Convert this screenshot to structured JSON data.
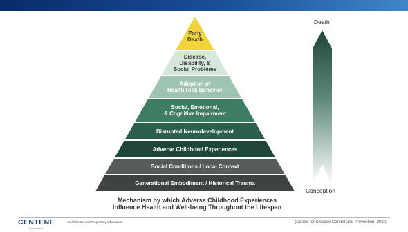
{
  "pyramid": {
    "tiers": [
      {
        "label": "Early\nDeath",
        "fill": "#f5d33a",
        "color": "#333333"
      },
      {
        "label": "Disease,\nDisability, &\nSocial Problems",
        "fill": "#d6e8dd",
        "color": "#3a3a3a"
      },
      {
        "label": "Adoption of\nHealth Risk Behavior",
        "fill": "#9fc4b2",
        "color": "#ffffff"
      },
      {
        "label": "Social, Emotional,\n& Cognitive Impairment",
        "fill": "#3d7d62",
        "color": "#ffffff"
      },
      {
        "label": "Disrupted Neurodevelopment",
        "fill": "#2b5f4b",
        "color": "#ffffff"
      },
      {
        "label": "Adverse Childhood Experiences",
        "fill": "#1f4739",
        "color": "#ffffff"
      },
      {
        "label": "Social Conditions / Local Context",
        "fill": "#575b5a",
        "color": "#ffffff"
      },
      {
        "label": "Generational Embodiment / Historical Trauma",
        "fill": "#3e4241",
        "color": "#ffffff"
      }
    ],
    "caption": "Mechanism by which Adverse Childhood Experiences\nInfluence Health and Well-being Throughout the Lifespan"
  },
  "arrow": {
    "top_label": "Death",
    "bottom_label": "Conception",
    "color_top": "#1f4739",
    "color_bottom": "#ffffff"
  },
  "footer": {
    "logo_text": "CENTENE",
    "logo_subtext": "Corporation",
    "confidential": "Confidential and Proprietary Information",
    "citation": "(Center for Disease Control and Prevention, 2020)"
  }
}
